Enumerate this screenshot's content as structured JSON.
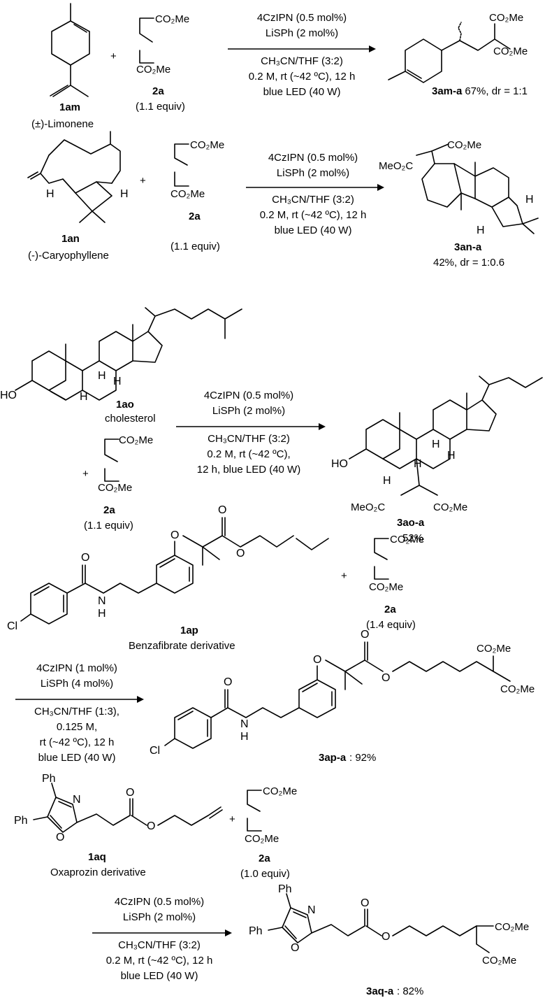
{
  "conditions": {
    "std_1": "4CzIPN (0.5 mol%)",
    "std_2": "LiSPh (2 mol%)",
    "std_3": "CH₃CN/THF (3:2)",
    "std_4": "0.2 M, rt (~42 ºC), 12 h",
    "std_5": "blue LED (40 W)",
    "ao_4": "0.2 M, rt (~42 ºC),",
    "ao_5": "12 h, blue LED (40 W)",
    "ap_1": "4CzIPN (1 mol%)",
    "ap_2": "LiSPh (4 mol%)",
    "ap_3": "CH₃CN/THF (1:3),",
    "ap_4": "0.125 M,",
    "ap_5": "rt (~42 ºC), 12 h",
    "ap_6": "blue LED (40 W)"
  },
  "reagent": {
    "label": "2a",
    "equiv_11": "(1.1 equiv)",
    "equiv_14": "(1.4 equiv)",
    "equiv_10": "(1.0 equiv)",
    "group": "CO₂Me",
    "ester_left": "MeO₂C"
  },
  "substrates": {
    "am_label": "1am",
    "am_name": "(±)-Limonene",
    "an_label": "1an",
    "an_name": "(-)-Caryophyllene",
    "ao_label": "1ao",
    "ao_name": "cholesterol",
    "ap_label": "1ap",
    "ap_name": "Benzafibrate derivative",
    "aq_label": "1aq",
    "aq_name": "Oxaprozin derivative"
  },
  "products": {
    "am_label": "3am-a",
    "am_yield": ": 67%, dr = 1:1",
    "an_label": "3an-a",
    "an_yield": "42%, dr = 1:0.6",
    "ao_label": "3ao-a",
    "ao_yield": "52%",
    "ap_label": "3ap-a",
    "ap_yield": ": 92%",
    "aq_label": "3aq-a",
    "aq_yield": ": 82%"
  },
  "atoms": {
    "H": "H",
    "O": "O",
    "N": "N",
    "Cl": "Cl",
    "Ph": "Ph",
    "HO": "HO"
  },
  "symbols": {
    "plus": "+"
  }
}
